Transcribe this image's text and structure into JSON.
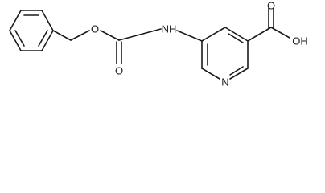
{
  "molecule": {
    "atom_labels": {
      "ester_oxygen": "O",
      "carbonyl_oxygen": "O",
      "amide_nitrogen": "NH",
      "pyridine_nitrogen": "N",
      "acid_carbonyl_oxygen": "O",
      "acid_hydroxyl": "OH"
    },
    "colors": {
      "bond": "#1a1a1a",
      "label": "#1a1a1a",
      "background": "#ffffff"
    }
  }
}
